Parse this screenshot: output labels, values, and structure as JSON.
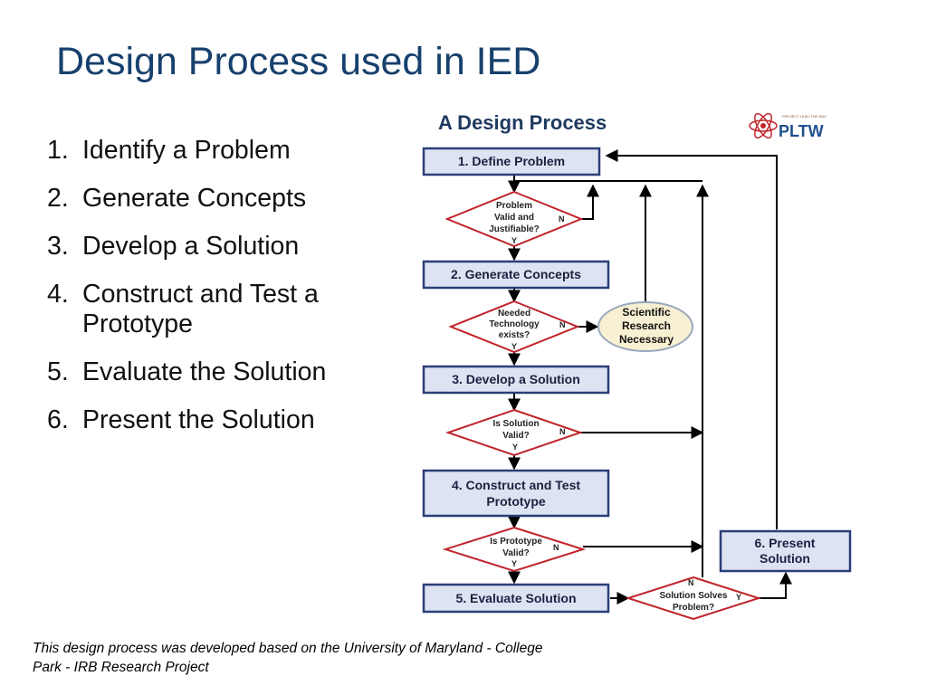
{
  "slide": {
    "title": "Design Process used in IED",
    "steps": [
      {
        "num": "1.",
        "text": "Identify a Problem"
      },
      {
        "num": "2.",
        "text": "Generate Concepts"
      },
      {
        "num": "3.",
        "text": "Develop a Solution"
      },
      {
        "num": "4.",
        "text": "Construct and Test a Prototype"
      },
      {
        "num": "5.",
        "text": "Evaluate the Solution"
      },
      {
        "num": "6.",
        "text": "Present the Solution"
      }
    ],
    "footnote": "This design process was developed based on the University of Maryland - College Park - IRB Research Project"
  },
  "diagram": {
    "title": "A Design Process",
    "logo": {
      "text": "PLTW",
      "tagline": "PROJECT LEAD THE WAY",
      "icon": "atom-icon"
    },
    "boxes": {
      "define": "1. Define Problem",
      "generate": "2. Generate Concepts",
      "develop": "3. Develop a Solution",
      "construct_line1": "4. Construct and Test",
      "construct_line2": "Prototype",
      "evaluate": "5. Evaluate Solution",
      "present_line1": "6. Present",
      "present_line2": "Solution"
    },
    "decisions": {
      "d1": [
        "Problem",
        "Valid and",
        "Justifiable?"
      ],
      "d2": [
        "Needed",
        "Technology",
        "exists?"
      ],
      "d3": [
        "Is  Solution",
        "Valid?"
      ],
      "d4": [
        "Is  Prototype",
        "Valid?"
      ],
      "d5": [
        "Solution Solves",
        "Problem?"
      ]
    },
    "research": [
      "Scientific",
      "Research",
      "Necessary"
    ],
    "yes": "Y",
    "no": "N",
    "colors": {
      "box_fill": "#dde3f3",
      "box_stroke": "#2a3f78",
      "decision_stroke": "#c0242b",
      "oval_fill": "#f7f0d2",
      "oval_stroke": "#9aa8bd"
    }
  }
}
